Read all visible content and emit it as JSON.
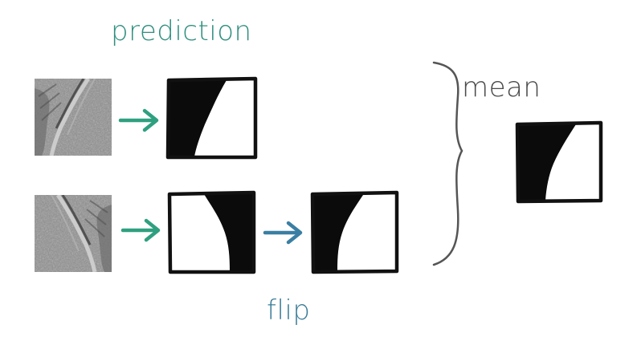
{
  "labels": {
    "top": "prediction",
    "bottom": "flip",
    "right": "mean"
  },
  "colors": {
    "prediction_arrow": "#2fa07f",
    "flip_arrow": "#3a7fa3",
    "brace": "#555555",
    "mask": "#0b0b0b",
    "background": "#ffffff"
  },
  "icons": {
    "arrow": "right-arrow-icon",
    "brace": "right-curly-brace-icon"
  }
}
